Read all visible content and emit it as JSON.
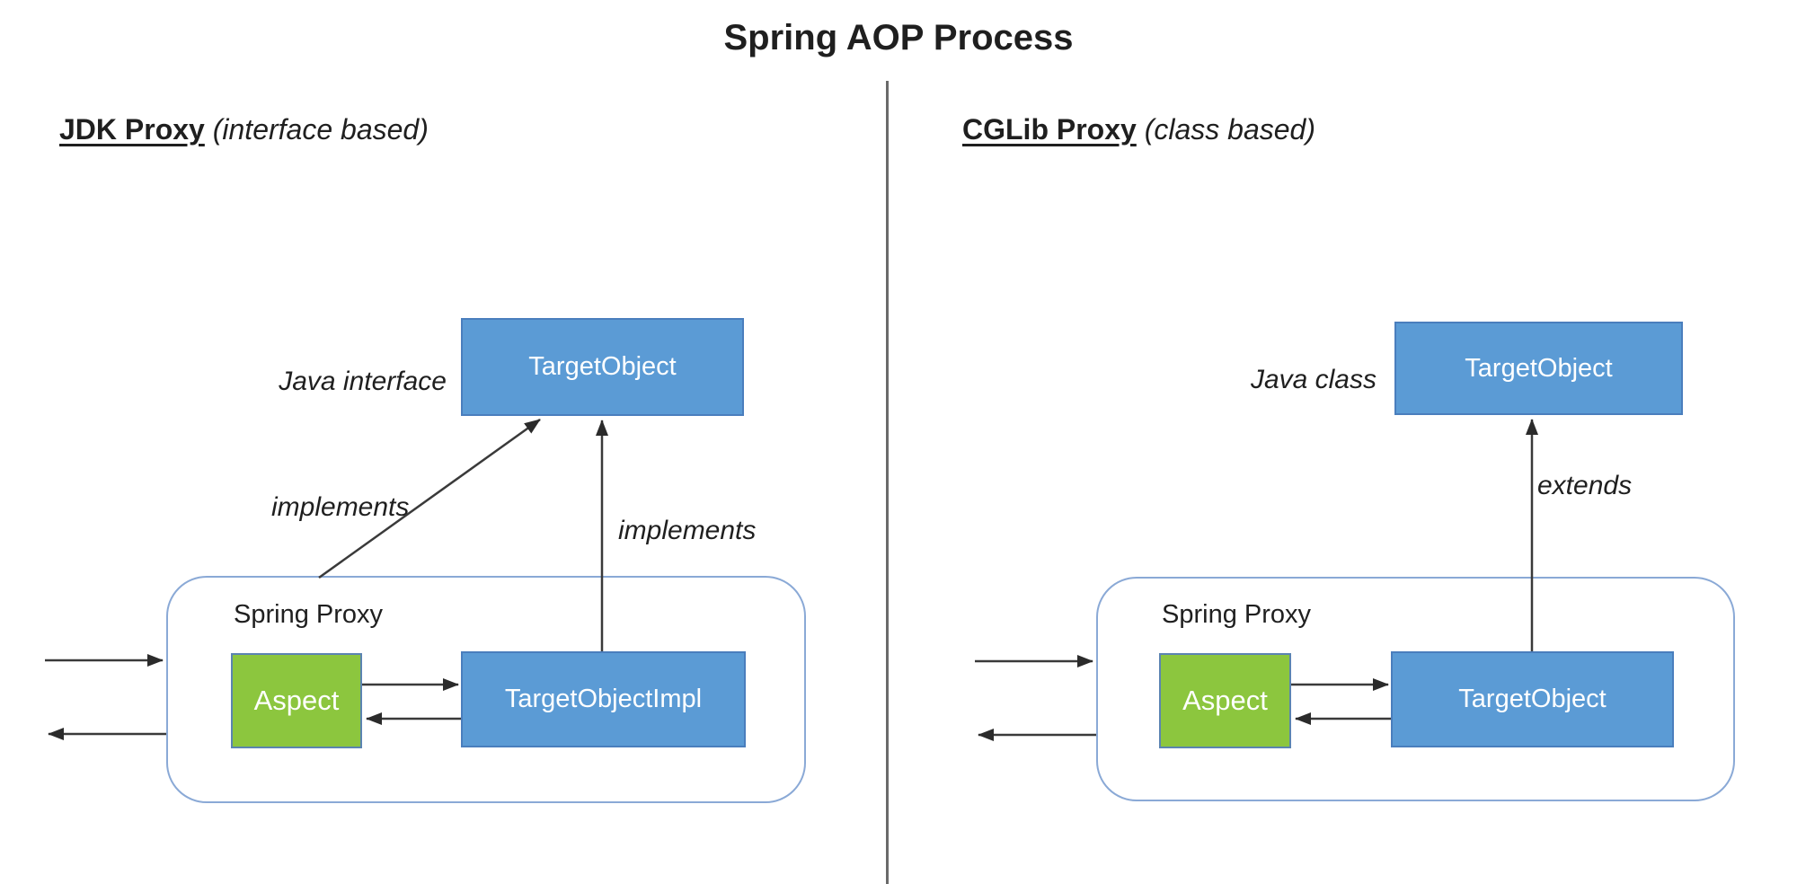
{
  "title": "Spring AOP Process",
  "left": {
    "heading_main": "JDK Proxy",
    "heading_sub": " (interface based)",
    "type_label": "Java interface",
    "top_box_label": "TargetObject",
    "arrow_label_diagonal": "implements",
    "arrow_label_vertical": "implements",
    "container_label": "Spring Proxy",
    "aspect_box_label": "Aspect",
    "inner_box_label": "TargetObjectImpl"
  },
  "right": {
    "heading_main": "CGLib Proxy",
    "heading_sub": " (class based)",
    "type_label": "Java class",
    "top_box_label": "TargetObject",
    "arrow_label_vertical": "extends",
    "container_label": "Spring Proxy",
    "aspect_box_label": "Aspect",
    "inner_box_label": "TargetObject"
  },
  "colors": {
    "box_blue_fill": "#5B9BD5",
    "box_blue_border": "#4A7EBD",
    "box_green_fill": "#8CC63E",
    "box_green_border": "#5B84B1",
    "container_border": "#8AA9D6",
    "arrow": "#3A3A3A",
    "divider": "#6A6A6A",
    "text": "#1F1F1F"
  }
}
